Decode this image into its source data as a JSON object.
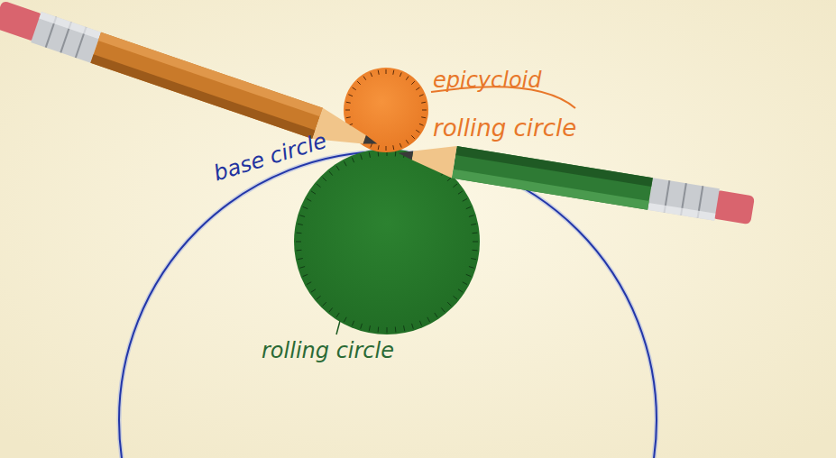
{
  "diagram": {
    "labels": [
      "epicycloid",
      "rolling circle",
      "base circle",
      "rolling circle"
    ]
  }
}
